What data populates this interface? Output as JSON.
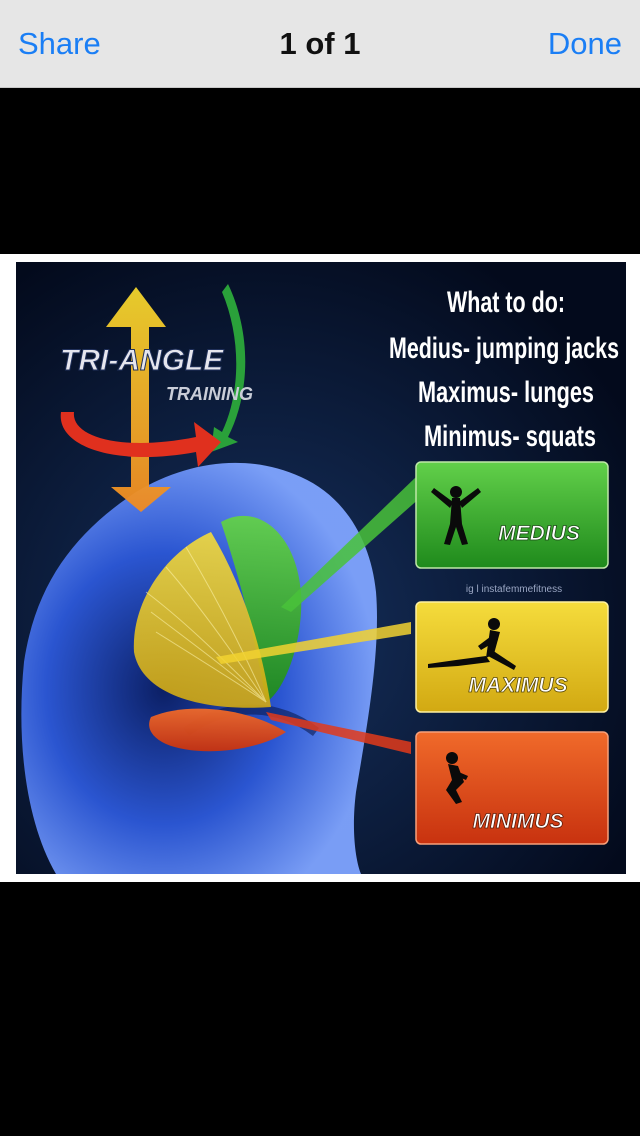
{
  "nav": {
    "share_label": "Share",
    "title": "1 of 1",
    "done_label": "Done"
  },
  "photo": {
    "logo_line1": "TRI-ANGLE",
    "logo_line2": "TRAINING",
    "todo_heading": "What to do:",
    "todo_items": [
      "Medius- jumping jacks",
      "Maximus- lunges",
      "Minimus- squats"
    ],
    "watermark": "ig l instafemmefitness",
    "muscles": [
      {
        "label": "MEDIUS",
        "color": "#37a82e"
      },
      {
        "label": "MAXIMUS",
        "color": "#e3c21e"
      },
      {
        "label": "MINIMUS",
        "color": "#e0431a"
      }
    ]
  },
  "colors": {
    "ios_blue": "#1a7ef5",
    "nav_bg": "#e6e6e6",
    "photo_bg": "#041026"
  }
}
